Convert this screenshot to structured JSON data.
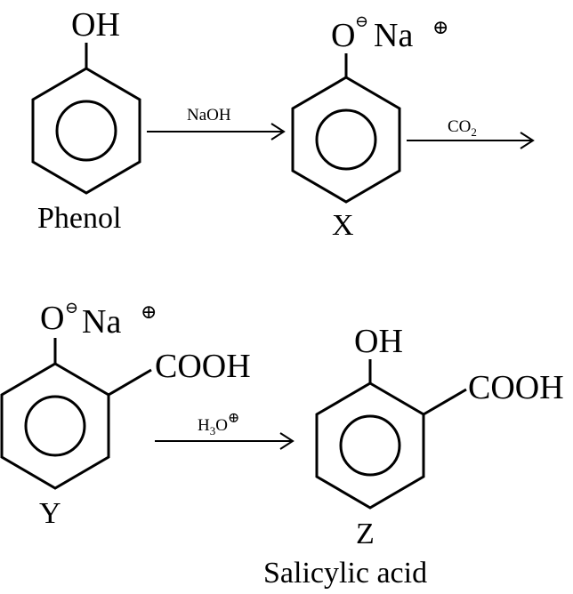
{
  "molecules": {
    "phenol": {
      "group": "OH",
      "name": "Phenol"
    },
    "x": {
      "o": "O",
      "na": "Na",
      "minus": "⊖",
      "plus": "⊕",
      "letter": "X"
    },
    "y": {
      "o": "O",
      "na": "Na",
      "minus": "⊖",
      "plus": "⊕",
      "cooh": "COOH",
      "letter": "Y"
    },
    "z": {
      "group": "OH",
      "cooh": "COOH",
      "letter": "Z",
      "name": "Salicylic acid"
    }
  },
  "reagents": {
    "step1": "NaOH",
    "step2": {
      "main": "CO",
      "sub": "2"
    },
    "step3": {
      "h": "H",
      "sub": "3",
      "o": "O",
      "plus": "⊕"
    }
  }
}
